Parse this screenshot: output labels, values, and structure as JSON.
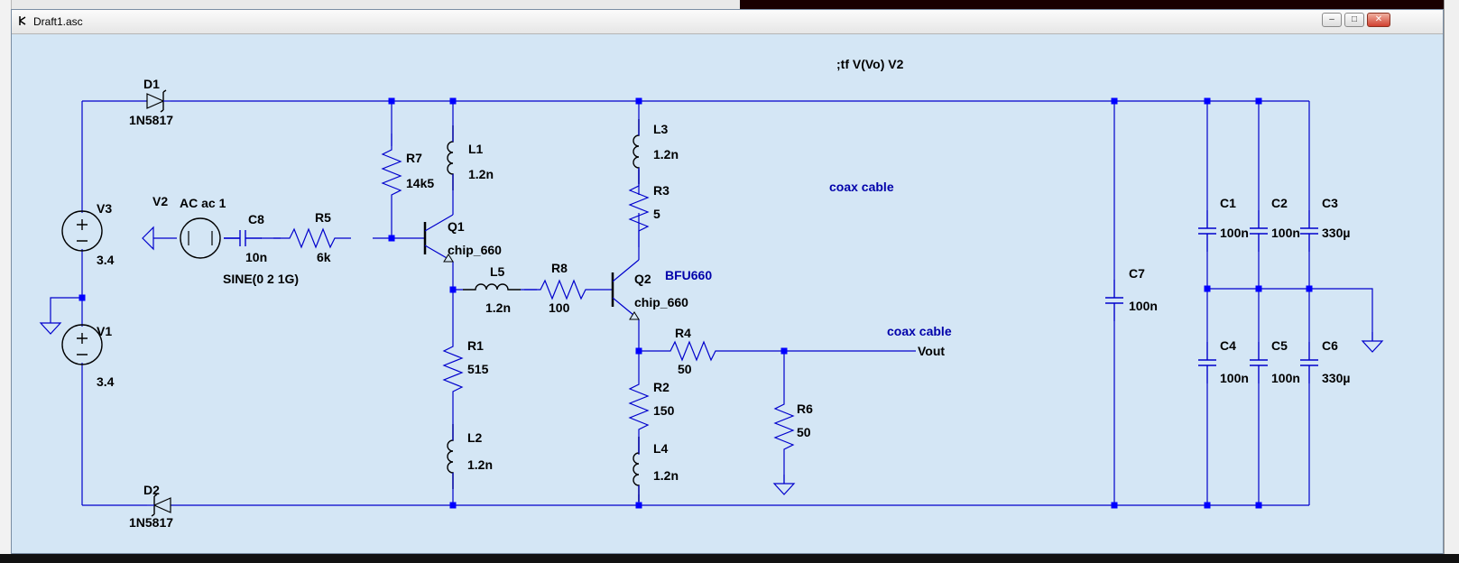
{
  "window": {
    "title": "Draft1.asc",
    "min_label": "–",
    "max_label": "□",
    "close_label": "✕"
  },
  "directive": ";tf V(Vo) V2",
  "labels": {
    "coax1": "coax cable",
    "coax2": "coax cable",
    "bfu": "BFU660",
    "vout": "Vout"
  },
  "sources": {
    "v3": {
      "name": "V3",
      "value": "3.4"
    },
    "v1": {
      "name": "V1",
      "value": "3.4"
    },
    "v2": {
      "name": "V2",
      "value": "AC ac 1",
      "spec": "SINE(0 2 1G)"
    }
  },
  "diodes": {
    "d1": {
      "name": "D1",
      "model": "1N5817"
    },
    "d2": {
      "name": "D2",
      "model": "1N5817"
    }
  },
  "transistors": {
    "q1": {
      "name": "Q1",
      "model": "chip_660"
    },
    "q2": {
      "name": "Q2",
      "model": "chip_660"
    }
  },
  "resistors": {
    "r1": {
      "name": "R1",
      "value": "515"
    },
    "r2": {
      "name": "R2",
      "value": "150"
    },
    "r3": {
      "name": "R3",
      "value": "5"
    },
    "r4": {
      "name": "R4",
      "value": "50"
    },
    "r5": {
      "name": "R5",
      "value": "6k"
    },
    "r6": {
      "name": "R6",
      "value": "50"
    },
    "r7": {
      "name": "R7",
      "value": "14k5"
    },
    "r8": {
      "name": "R8",
      "value": "100"
    }
  },
  "inductors": {
    "l1": {
      "name": "L1",
      "value": "1.2n"
    },
    "l2": {
      "name": "L2",
      "value": "1.2n"
    },
    "l3": {
      "name": "L3",
      "value": "1.2n"
    },
    "l4": {
      "name": "L4",
      "value": "1.2n"
    },
    "l5": {
      "name": "L5",
      "value": "1.2n"
    }
  },
  "capacitors": {
    "c1": {
      "name": "C1",
      "value": "100n"
    },
    "c2": {
      "name": "C2",
      "value": "100n"
    },
    "c3": {
      "name": "C3",
      "value": "330µ"
    },
    "c4": {
      "name": "C4",
      "value": "100n"
    },
    "c5": {
      "name": "C5",
      "value": "100n"
    },
    "c6": {
      "name": "C6",
      "value": "330µ"
    },
    "c7": {
      "name": "C7",
      "value": "100n"
    },
    "c8": {
      "name": "C8",
      "value": "10n"
    }
  },
  "colors": {
    "wire": "#0000cc",
    "canvas": "#d4e6f5",
    "junction": "#0000ff",
    "label_blue": "#0000aa"
  }
}
